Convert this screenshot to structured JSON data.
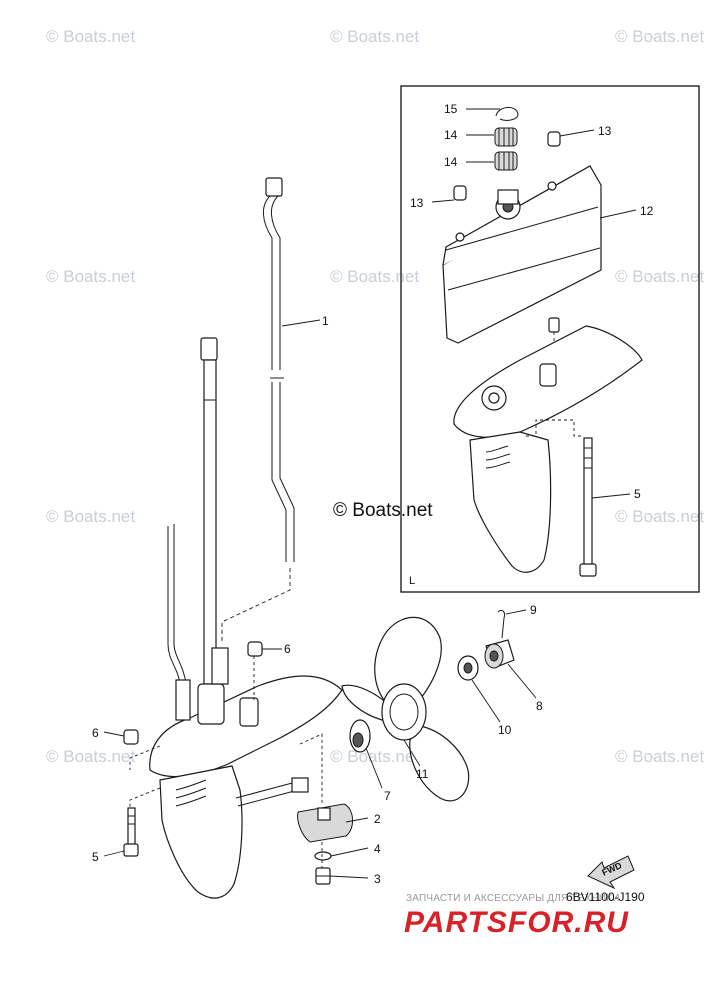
{
  "watermarks": {
    "text": "© Boats.net",
    "center_text": "© Boats.net"
  },
  "inset": {
    "label": "L"
  },
  "diagram_code": "6BV1100-J190",
  "fwd_label": "FWD",
  "callouts": [
    "1",
    "2",
    "3",
    "4",
    "5",
    "5",
    "6",
    "6",
    "7",
    "8",
    "9",
    "10",
    "11",
    "12",
    "13",
    "13",
    "14",
    "14",
    "15"
  ],
  "shop": {
    "tagline": "ЗАПЧАСТИ И АКСЕССУАРЫ ДЛЯ ТЕХНИКИ",
    "logo": "PARTSFOR.RU"
  },
  "colors": {
    "logo_red": "#d8222a",
    "watermark_gray": "#c8cfd6"
  }
}
